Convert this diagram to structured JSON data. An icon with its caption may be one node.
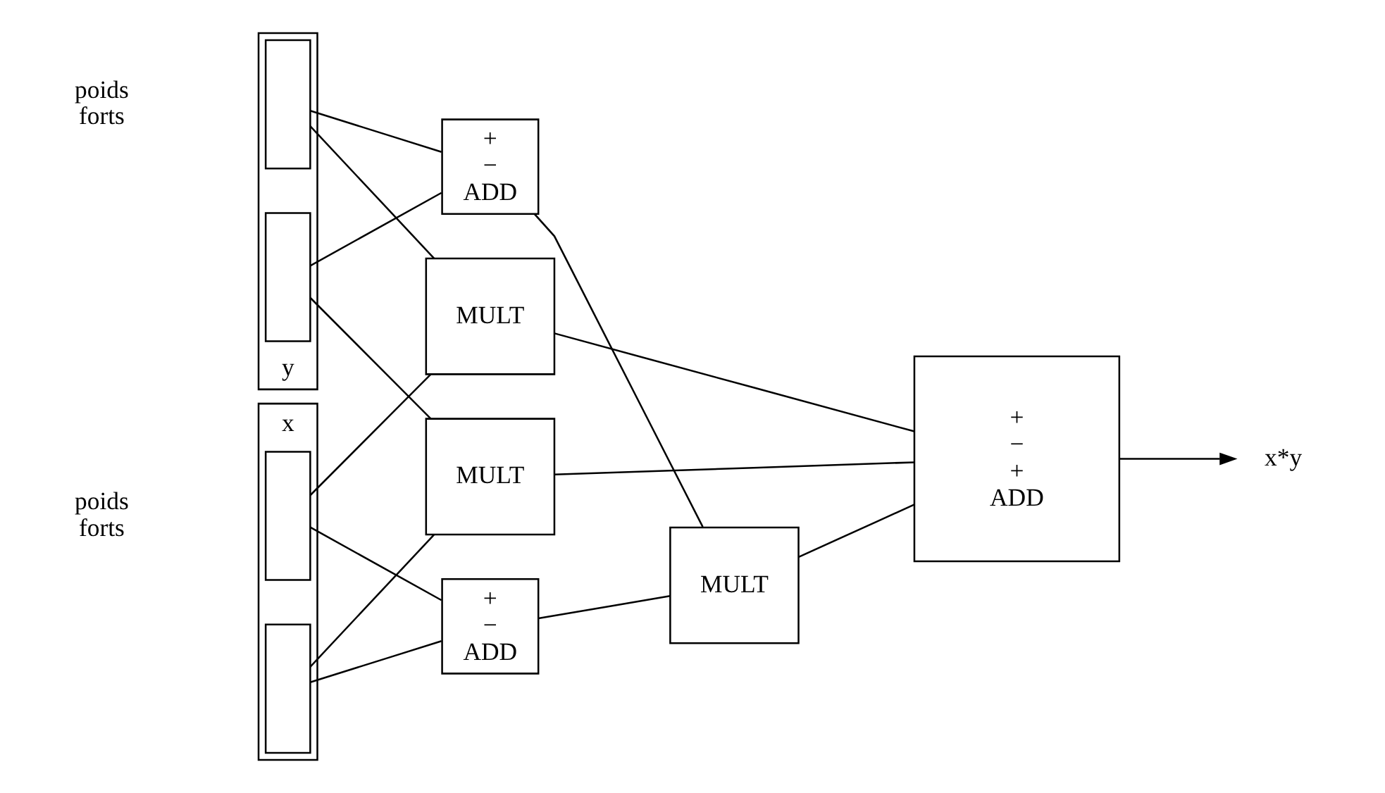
{
  "diagram": {
    "nodes": [
      {
        "text": [
          "x"
        ]
      },
      {
        "text": [],
        "shape": "box",
        "in": 0
      },
      {
        "text": [],
        "shape": "box",
        "in": 0
      },
      {
        "text": [
          "y"
        ]
      },
      {
        "text": [],
        "shape": "box",
        "in": 3
      },
      {
        "text": [],
        "shape": "box",
        "in": 3
      },
      {
        "text": [
          "+",
          "−",
          "ADD"
        ]
      },
      {
        "text": [
          "+",
          "−",
          "ADD"
        ]
      },
      {
        "text": [
          "MULT"
        ]
      },
      {
        "text": [
          "MULT"
        ]
      },
      {
        "text": [
          "MULT"
        ]
      },
      {
        "text": [
          "+",
          "−",
          "+",
          "ADD"
        ]
      },
      {
        "text": [
          "x*y"
        ]
      }
    ],
    "edges": [
      {
        "from": 1,
        "to": 8,
        "arrow": "none"
      },
      {
        "from": 1,
        "to": 6,
        "arrow": "none"
      },
      {
        "from": 2,
        "to": 6,
        "arrow": "none"
      },
      {
        "from": 2,
        "to": 10,
        "arrow": "none"
      },
      {
        "from": 6,
        "to": 9,
        "arrow": "none"
      },
      {
        "from": 4,
        "to": 8,
        "arrow": "none"
      },
      {
        "from": 4,
        "to": 7,
        "arrow": "none"
      },
      {
        "from": 5,
        "to": 7,
        "arrow": "none"
      },
      {
        "from": 7,
        "to": 9,
        "arrow": "none"
      },
      {
        "from": 5,
        "to": 10,
        "arrow": "none"
      },
      {
        "from": 8,
        "to": 11,
        "arrow": "none"
      },
      {
        "from": 9,
        "to": 11,
        "arrow": "none"
      },
      {
        "from": 10,
        "to": 11,
        "arrow": "none"
      },
      {
        "from": 11,
        "to": 12,
        "arrow": "to"
      }
    ],
    "labels": [
      "poids forts",
      "poids forts"
    ]
  }
}
